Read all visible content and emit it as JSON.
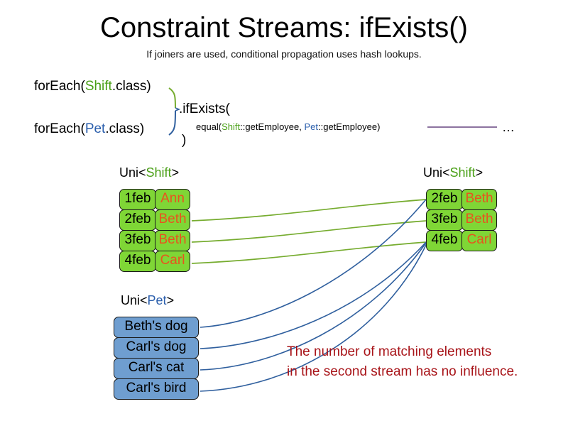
{
  "title": "Constraint Streams: ifExists()",
  "subtitle": "If joiners are used, conditional propagation uses hash lookups.",
  "code": {
    "foreach_shift_prefix": "forEach(",
    "foreach_shift_type": "Shift",
    "foreach_shift_suffix": ".class)",
    "foreach_pet_prefix": "forEach(",
    "foreach_pet_type": "Pet",
    "foreach_pet_suffix": ".class)",
    "if_exists": ".ifExists(",
    "equal_prefix": "equal(",
    "equal_left_type": "Shift",
    "equal_left_method": "::getEmployee, ",
    "equal_right_type": "Pet",
    "equal_right_method": "::getEmployee)",
    "close_paren": ")",
    "ellipsis": "…"
  },
  "streams": {
    "left_shift": {
      "label_prefix": "Uni<",
      "label_type": "Shift",
      "label_suffix": ">",
      "rows": [
        {
          "date": "1feb",
          "name": "Ann"
        },
        {
          "date": "2feb",
          "name": "Beth"
        },
        {
          "date": "3feb",
          "name": "Beth"
        },
        {
          "date": "4feb",
          "name": "Carl"
        }
      ]
    },
    "right_shift": {
      "label_prefix": "Uni<",
      "label_type": "Shift",
      "label_suffix": ">",
      "rows": [
        {
          "date": "2feb",
          "name": "Beth"
        },
        {
          "date": "3feb",
          "name": "Beth"
        },
        {
          "date": "4feb",
          "name": "Carl"
        }
      ]
    },
    "pet": {
      "label_prefix": "Uni<",
      "label_type": "Pet",
      "label_suffix": ">",
      "rows": [
        {
          "name": "Beth's dog"
        },
        {
          "name": "Carl's dog"
        },
        {
          "name": "Carl's cat"
        },
        {
          "name": "Carl's bird"
        }
      ]
    }
  },
  "annotation": {
    "line1": "The number of matching elements",
    "line2": "in the second stream has no influence."
  },
  "colors": {
    "shift_green": "#4aa017",
    "pet_blue": "#2a5eac",
    "cell_green": "#7fd636",
    "cell_blue": "#6f9ed0",
    "name_orange": "#e8541e",
    "annotation_red": "#a81419",
    "link_green": "#76ac2f",
    "link_blue": "#2f5f9e",
    "equal_line_purple": "#7d5f93"
  },
  "links": {
    "shift_to_shift": [
      {
        "from": "2feb Beth",
        "to": "2feb Beth"
      },
      {
        "from": "3feb Beth",
        "to": "3feb Beth"
      },
      {
        "from": "4feb Carl",
        "to": "4feb Carl"
      }
    ],
    "pet_to_shift": [
      {
        "from": "Beth's dog",
        "to": "2feb Beth"
      },
      {
        "from": "Carl's dog",
        "to": "4feb Carl"
      },
      {
        "from": "Carl's cat",
        "to": "4feb Carl"
      },
      {
        "from": "Carl's bird",
        "to": "4feb Carl"
      }
    ]
  }
}
